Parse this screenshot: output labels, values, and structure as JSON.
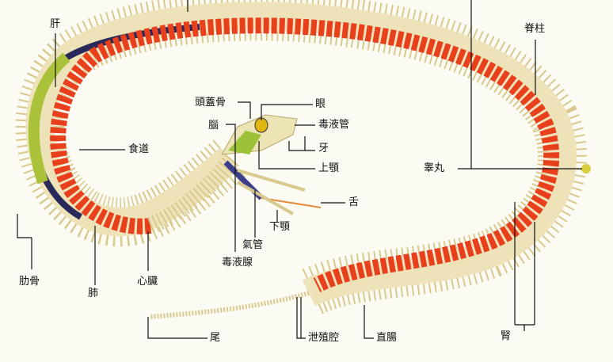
{
  "labels": {
    "liver": "肝",
    "skull": "頭蓋骨",
    "eye": "眼",
    "venom_duct": "毒液管",
    "brain": "腦",
    "fang": "牙",
    "esophagus": "食道",
    "upper_jaw": "上顎",
    "tongue": "舌",
    "lower_jaw": "下顎",
    "trachea": "氣管",
    "venom_gland": "毒液腺",
    "testis": "睾丸",
    "spine": "脊柱",
    "ribs": "肋骨",
    "lung": "肺",
    "heart": "心臟",
    "tail": "尾",
    "cloaca": "泄殖腔",
    "rectum": "直腸",
    "kidney": "腎"
  },
  "colors": {
    "organ_red": "#e8401c",
    "bone": "#e6d9a8",
    "lung_navy": "#2a2a5a",
    "liver_green": "#a9c23a",
    "background": "#fbfaf3"
  }
}
